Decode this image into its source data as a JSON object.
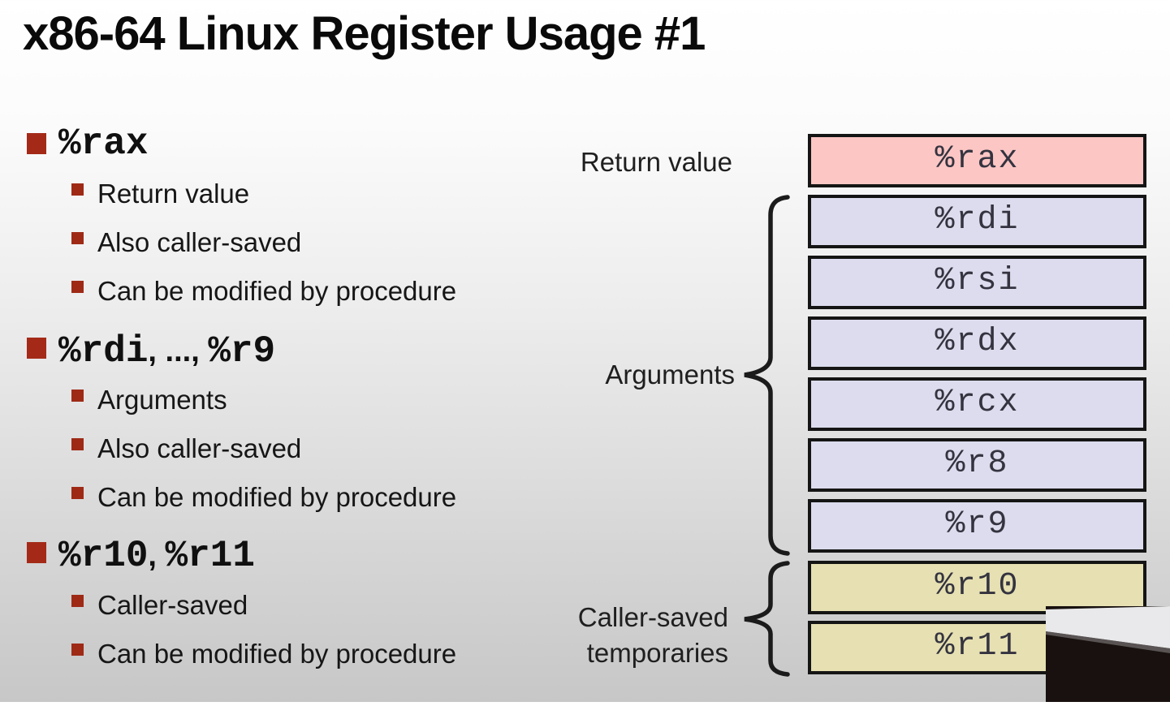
{
  "title": "x86-64 Linux Register Usage #1",
  "sections": {
    "s1": {
      "h1": "%rax",
      "items": [
        "Return value",
        "Also caller-saved",
        "Can be modified by procedure"
      ]
    },
    "s2": {
      "h1": "%rdi",
      "sep": ", ..., ",
      "h2": "%r9",
      "items": [
        "Arguments",
        "Also caller-saved",
        "Can be modified by procedure"
      ]
    },
    "s3": {
      "h1": "%r10",
      "sep": ", ",
      "h2": "%r11",
      "items": [
        "Caller-saved",
        "Can be modified by procedure"
      ]
    }
  },
  "diagram": {
    "labels": {
      "return_value": "Return value",
      "arguments": "Arguments",
      "caller_saved_line1": "Caller-saved",
      "caller_saved_line2": "temporaries"
    },
    "registers": [
      {
        "name": "%rax",
        "color": "#fbc6c4",
        "group": "return-value"
      },
      {
        "name": "%rdi",
        "color": "#dcdcee",
        "group": "arguments"
      },
      {
        "name": "%rsi",
        "color": "#dcdcee",
        "group": "arguments"
      },
      {
        "name": "%rdx",
        "color": "#dcdcee",
        "group": "arguments"
      },
      {
        "name": "%rcx",
        "color": "#dcdcee",
        "group": "arguments"
      },
      {
        "name": "%r8",
        "color": "#dcdcee",
        "group": "arguments"
      },
      {
        "name": "%r9",
        "color": "#dcdcee",
        "group": "arguments"
      },
      {
        "name": "%r10",
        "color": "#e6e0b2",
        "group": "caller-saved-temporaries"
      },
      {
        "name": "%r11",
        "color": "#e6e0b2",
        "group": "caller-saved-temporaries"
      }
    ]
  },
  "colors": {
    "bullet_red": "#a42a17",
    "sub_bullet_red": "#9e2a16",
    "box_border": "#151515",
    "rax_fill": "#fbc6c4",
    "argument_fill": "#dcdcee",
    "temporary_fill": "#e6e0b2",
    "body_text": "#1b1b1b"
  }
}
